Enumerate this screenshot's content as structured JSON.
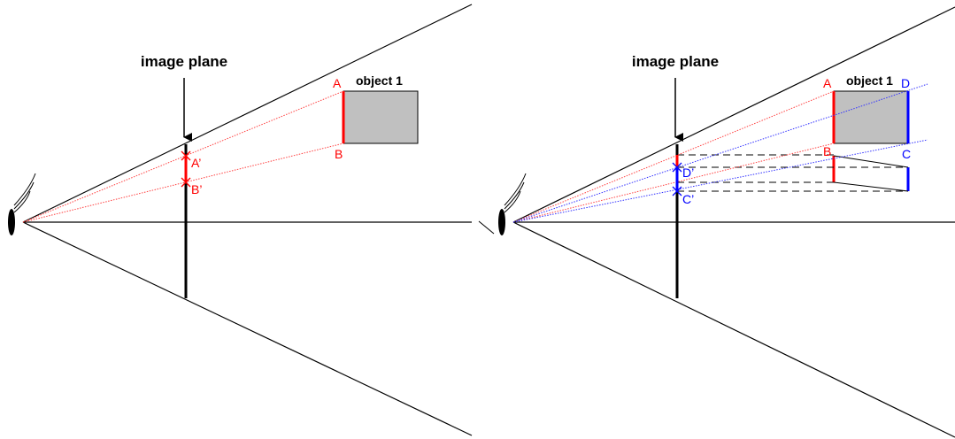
{
  "colors": {
    "red": "#ff0000",
    "blue": "#0000ff",
    "ray_red": "#ff4040",
    "ray_blue": "#3333ff",
    "object_fill": "#c0c0c0",
    "line": "#000000"
  },
  "left": {
    "image_plane_label": "image plane",
    "object_label": "object 1",
    "point_a": "A",
    "point_b": "B",
    "point_a_prime": "A’",
    "point_b_prime": "B’"
  },
  "right": {
    "image_plane_label": "image plane",
    "object_label": "object 1",
    "point_a": "A",
    "point_b": "B",
    "point_c": "C",
    "point_d": "D",
    "point_c_prime": "C’",
    "point_d_prime": "D’"
  },
  "icons": {
    "eye": "eye-icon",
    "arrow": "arrow-down-icon"
  }
}
